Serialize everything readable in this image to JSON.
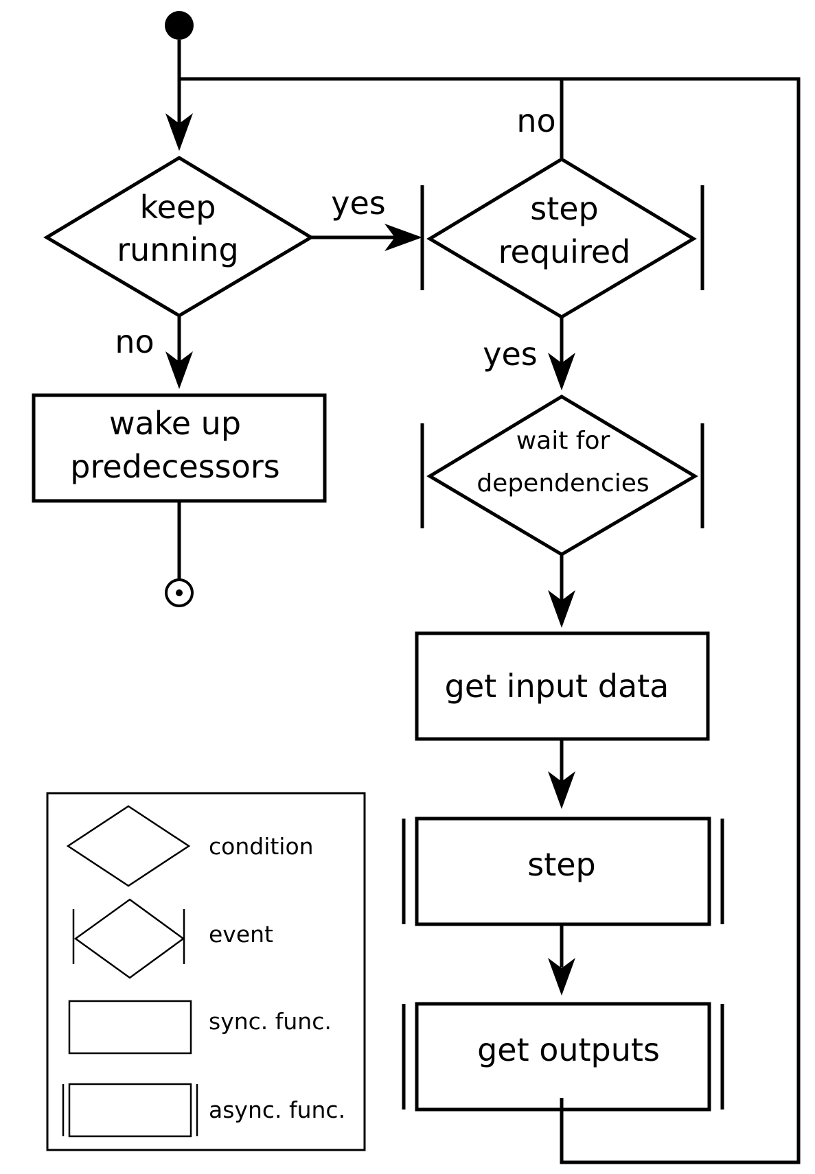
{
  "nodes": {
    "keep_running": {
      "line1": "keep",
      "line2": "running"
    },
    "step_required": {
      "line1": "step",
      "line2": "required"
    },
    "wake_up": {
      "line1": "wake up",
      "line2": "predecessors"
    },
    "wait_for": {
      "line1": "wait for",
      "line2": "dependencies"
    },
    "get_input": {
      "label": "get input data"
    },
    "step": {
      "label": "step"
    },
    "get_outputs": {
      "label": "get outputs"
    }
  },
  "edge_labels": {
    "keep_yes": "yes",
    "keep_no": "no",
    "step_req_no": "no",
    "step_req_yes": "yes"
  },
  "legend": {
    "condition": "condition",
    "event": "event",
    "sync": "sync. func.",
    "async": "async. func."
  }
}
